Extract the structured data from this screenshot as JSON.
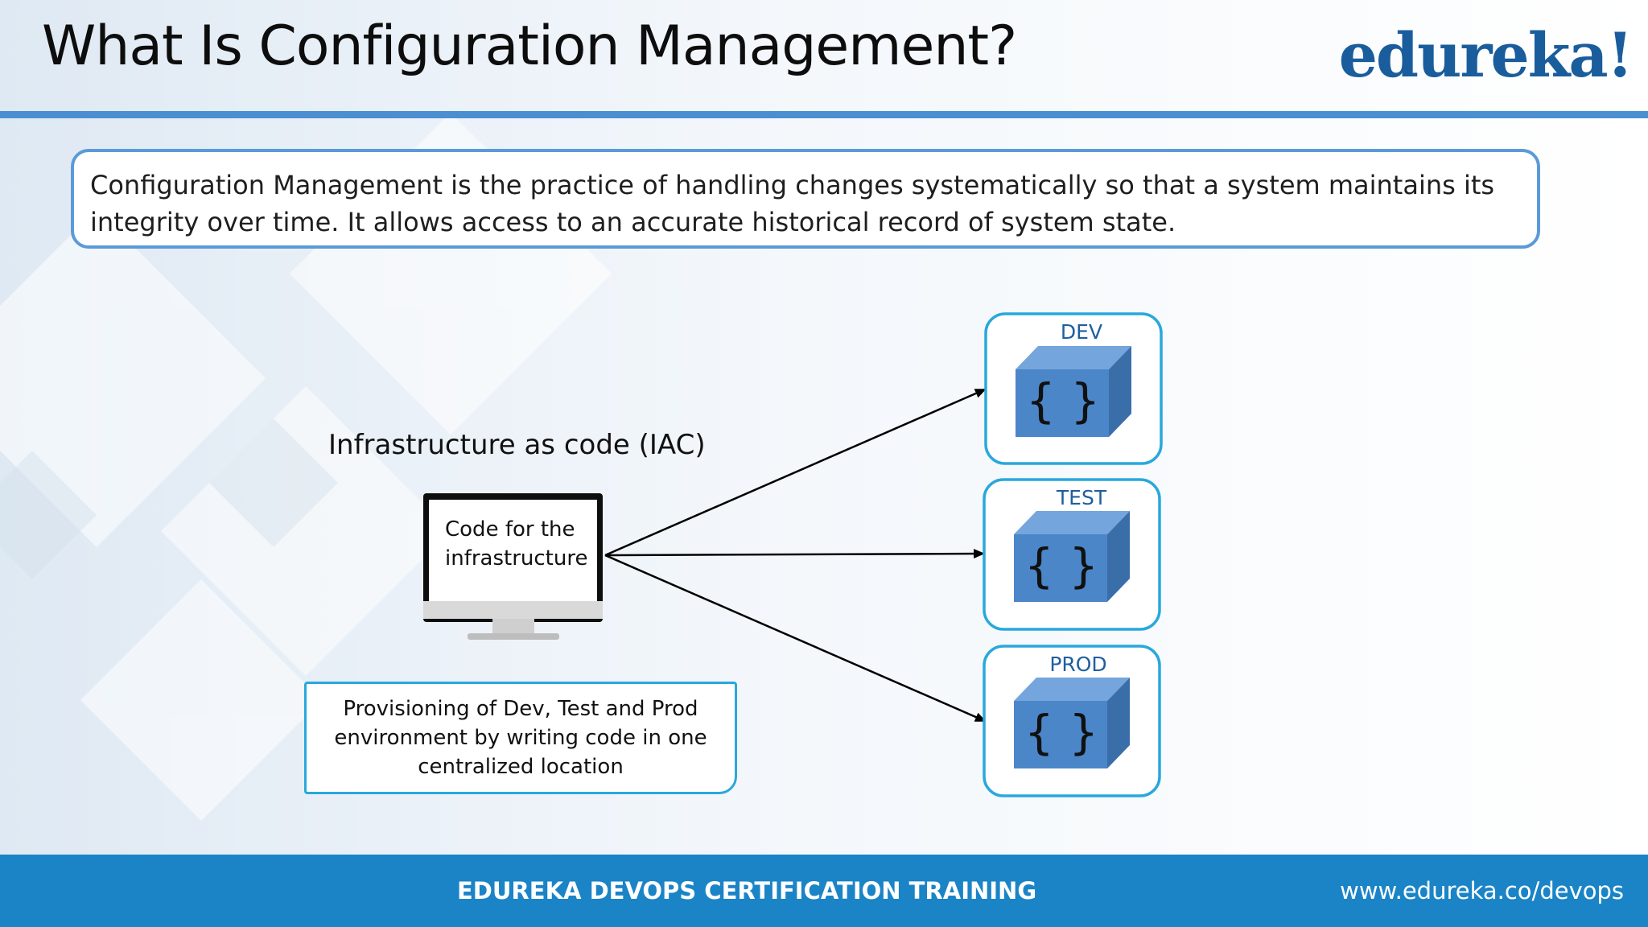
{
  "slide": {
    "title": "What Is Configuration Management?",
    "logo": "edureka!",
    "definition": "Configuration Management is the practice of handling changes systematically so that a system maintains its integrity over time. It allows access to an accurate historical record of system state."
  },
  "diagram": {
    "source_label": "Infrastructure as code (IAC)",
    "monitor_text_line1": "Code for the",
    "monitor_text_line2": "infrastructure",
    "environments": [
      {
        "label": "DEV",
        "icon": "curly-braces-icon",
        "symbol": "{ }"
      },
      {
        "label": "TEST",
        "icon": "curly-braces-icon",
        "symbol": "{ }"
      },
      {
        "label": "PROD",
        "icon": "curly-braces-icon",
        "symbol": "{ }"
      }
    ],
    "caption_line1": "Provisioning of Dev, Test and Prod",
    "caption_line2": "environment by writing code in one",
    "caption_line3": "centralized location"
  },
  "footer": {
    "title": "EDUREKA DEVOPS CERTIFICATION TRAINING",
    "url": "www.edureka.co/devops"
  },
  "colors": {
    "accent_blue": "#4a8fd1",
    "logo_blue": "#1a5d9c",
    "footer_blue": "#1a84c7",
    "box_border_cyan": "#29a8dc",
    "cube_front": "#4b86c9",
    "cube_top": "#74a5dc",
    "cube_side": "#3a6ea9"
  }
}
